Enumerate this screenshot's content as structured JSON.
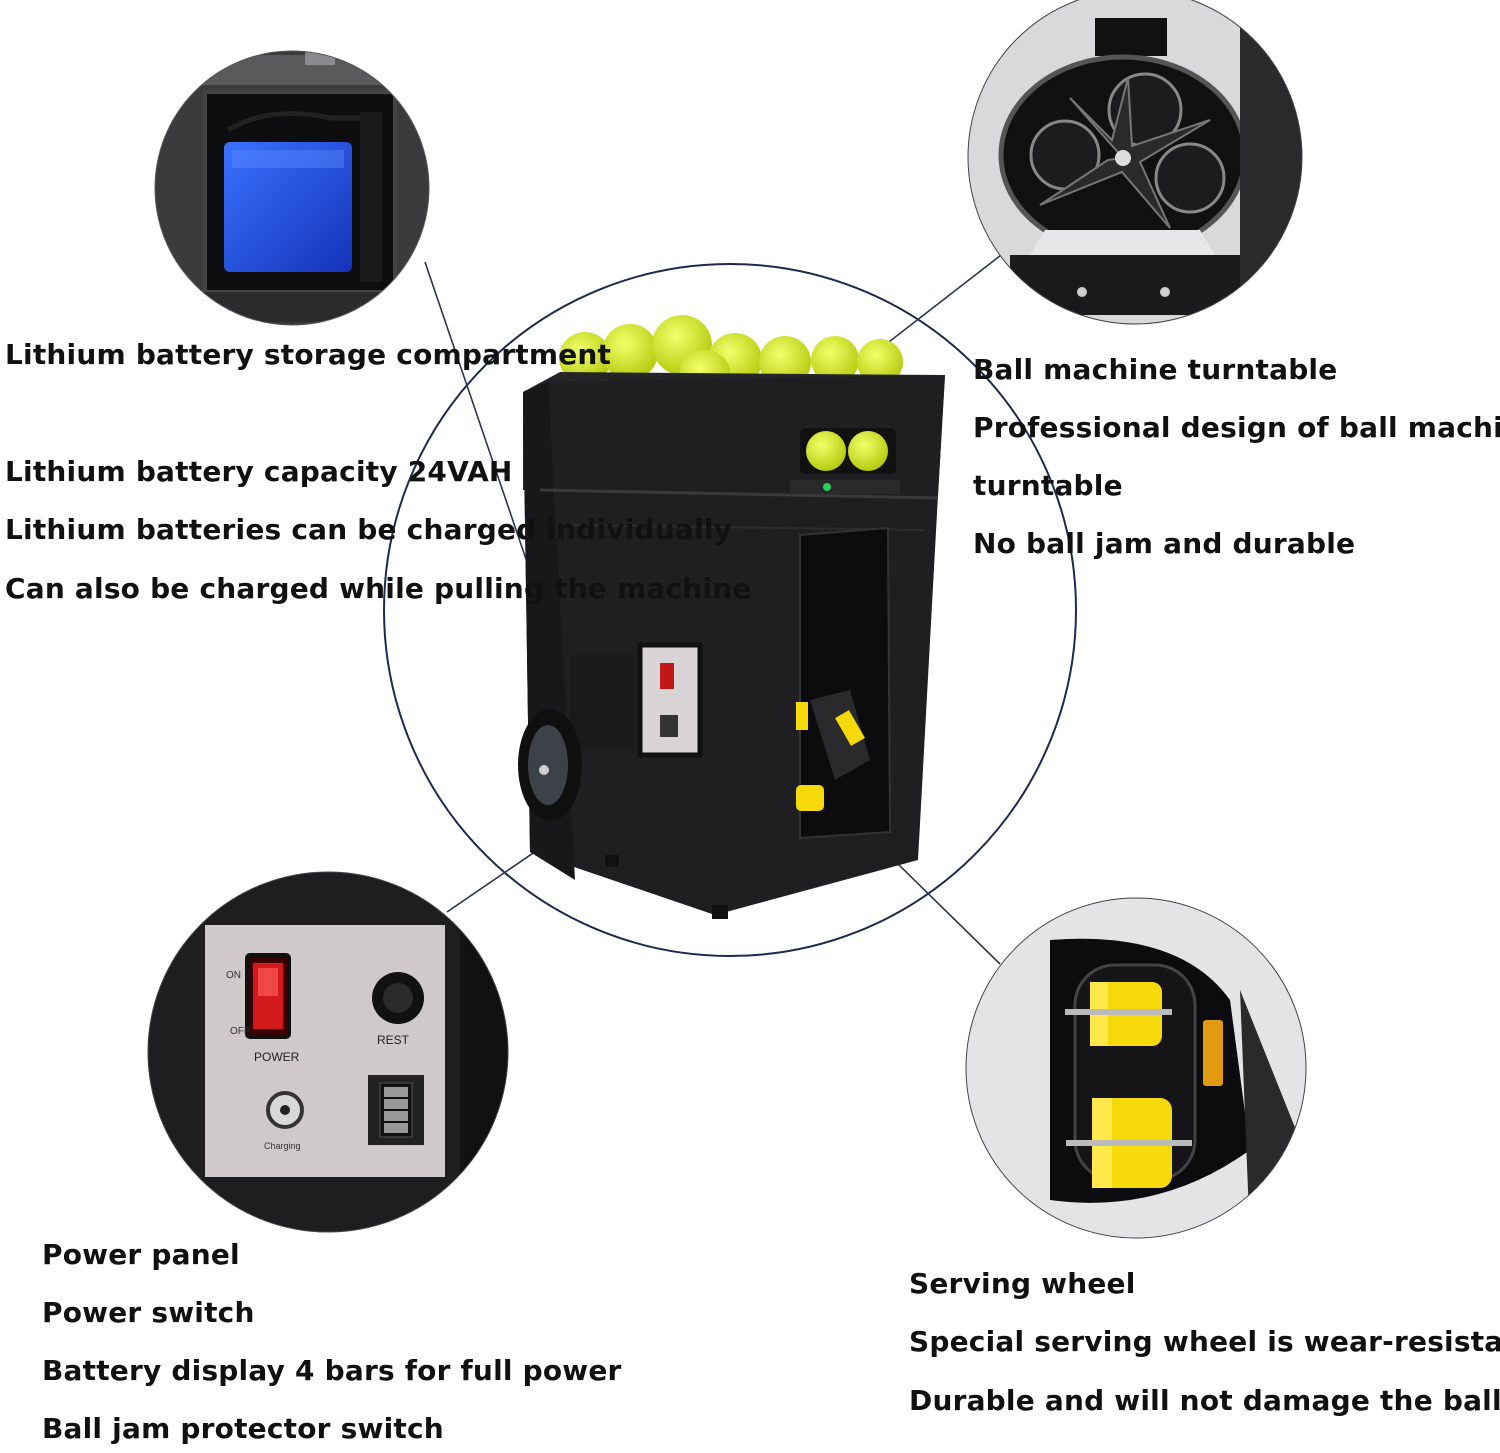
{
  "callouts": {
    "battery": {
      "title": "Lithium battery storage compartment",
      "line1": "Lithium battery capacity 24VAH",
      "line2": "Lithium batteries can be charged individually",
      "line3": "Can also be charged while pulling the machine"
    },
    "turntable": {
      "title": "Ball machine turntable",
      "line1": "Professional design of ball machine",
      "line2": "turntable",
      "line3": "No ball jam and durable"
    },
    "power_panel": {
      "title": "Power panel",
      "line1": "Power switch",
      "line2": "Battery display 4 bars for full power",
      "line3": "Ball jam protector switch",
      "panel_on": "ON",
      "panel_off": "OFF",
      "panel_power": "POWER",
      "panel_rest": "REST",
      "panel_charging": "Charging"
    },
    "serving_wheel": {
      "title": "Serving wheel",
      "line1": "Special serving wheel is wear-resistant",
      "line2": "Durable and will not damage the ball"
    }
  },
  "colors": {
    "machine_body": "#1f1f21",
    "ball_yellow": "#d4ec1c",
    "wheel_yellow": "#f5d90a",
    "battery_blue": "#1f4fe0",
    "leader_line": "#2a3550",
    "big_circle": "#1c2a52"
  },
  "icons": [
    "battery-pack-icon",
    "turntable-icon",
    "power-panel-icon",
    "serving-wheel-icon",
    "ball-machine-icon"
  ]
}
